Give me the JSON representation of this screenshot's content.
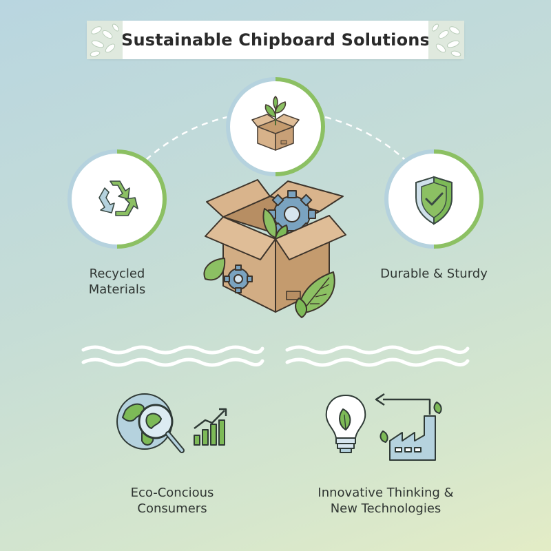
{
  "title": "Sustainable Chipboard Solutions",
  "nodes": {
    "recycled": {
      "line1": "Recycled",
      "line2": "Materials",
      "icon": "recycle-icon"
    },
    "durable": {
      "line1": "Durable & Sturdy",
      "icon": "shield-check-icon"
    },
    "top": {
      "icon": "box-sprout-icon"
    },
    "center": {
      "icon": "open-box-gears-icon"
    },
    "consumers": {
      "line1": "Eco-Concious",
      "line2": "Consumers",
      "icon": "globe-magnifier-chart-icon"
    },
    "innovation": {
      "line1": "Innovative Thinking &",
      "line2": "New Technologies",
      "icon": "lightbulb-factory-icon"
    }
  },
  "colors": {
    "ring_green": "#8cc063",
    "ring_blue": "#b5d2de",
    "cardboard": "#d2ad84",
    "cardboard_dark": "#b78e63",
    "leaf": "#7dba57",
    "gear": "#7aa3c0"
  }
}
